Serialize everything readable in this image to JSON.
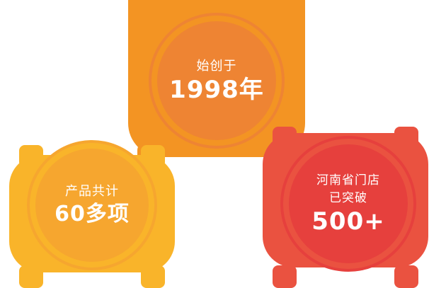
{
  "page": {
    "background_color": "#ffffff"
  },
  "badges": [
    {
      "name": "founded-year",
      "frame_color": "#F39423",
      "disc_color": "#EE8433",
      "label": "始创于",
      "value": "1998年"
    },
    {
      "name": "product-count",
      "frame_color": "#F9B42A",
      "disc_color": "#F6A62F",
      "label": "产品共计",
      "value": "60多项"
    },
    {
      "name": "store-count",
      "frame_color": "#EA5240",
      "disc_color": "#E6403D",
      "label": "河南省门店",
      "sublabel": "已突破",
      "value": "500+"
    }
  ]
}
